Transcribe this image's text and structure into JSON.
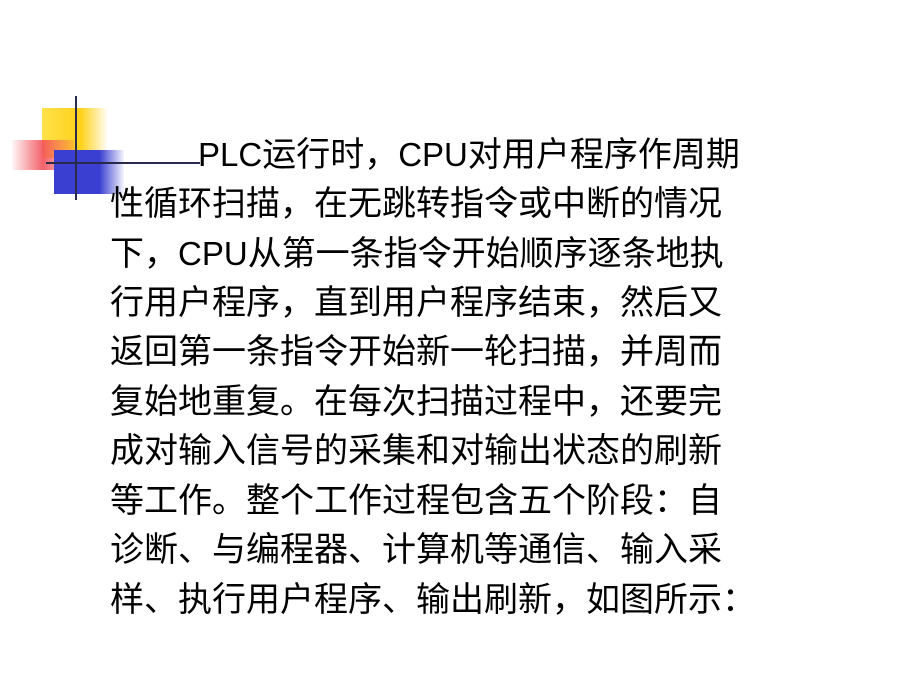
{
  "slide": {
    "lines": [
      [
        {
          "text": "PLC",
          "latin": true
        },
        {
          "text": "运行时，",
          "latin": false
        },
        {
          "text": "CPU",
          "latin": true
        },
        {
          "text": "对用户程序作周期",
          "latin": false
        }
      ],
      [
        {
          "text": "性循环扫描，在无跳转指令或中断的情况",
          "latin": false
        }
      ],
      [
        {
          "text": "下，",
          "latin": false
        },
        {
          "text": "CPU",
          "latin": true
        },
        {
          "text": "从第一条指令开始顺序逐条地执",
          "latin": false
        }
      ],
      [
        {
          "text": "行用户程序，直到用户程序结束，然后又",
          "latin": false
        }
      ],
      [
        {
          "text": "返回第一条指令开始新一轮扫描，并周而",
          "latin": false
        }
      ],
      [
        {
          "text": "复始地重复。在每次扫描过程中，还要完",
          "latin": false
        }
      ],
      [
        {
          "text": "成对输入信号的采集和对输出状态的刷新",
          "latin": false
        }
      ],
      [
        {
          "text": "等工作。整个工作过程包含五个阶段：自",
          "latin": false
        }
      ],
      [
        {
          "text": "诊断、与编程器、计算机等通信、输入采",
          "latin": false
        }
      ],
      [
        {
          "text": "样、执行用户程序、输出刷新，如图所示：",
          "latin": false
        }
      ]
    ]
  },
  "colors": {
    "yellow": "#ffd21a",
    "red": "#f2505a",
    "blue": "#3a3fd2",
    "line": "#2a2a4a",
    "text": "#000000"
  }
}
